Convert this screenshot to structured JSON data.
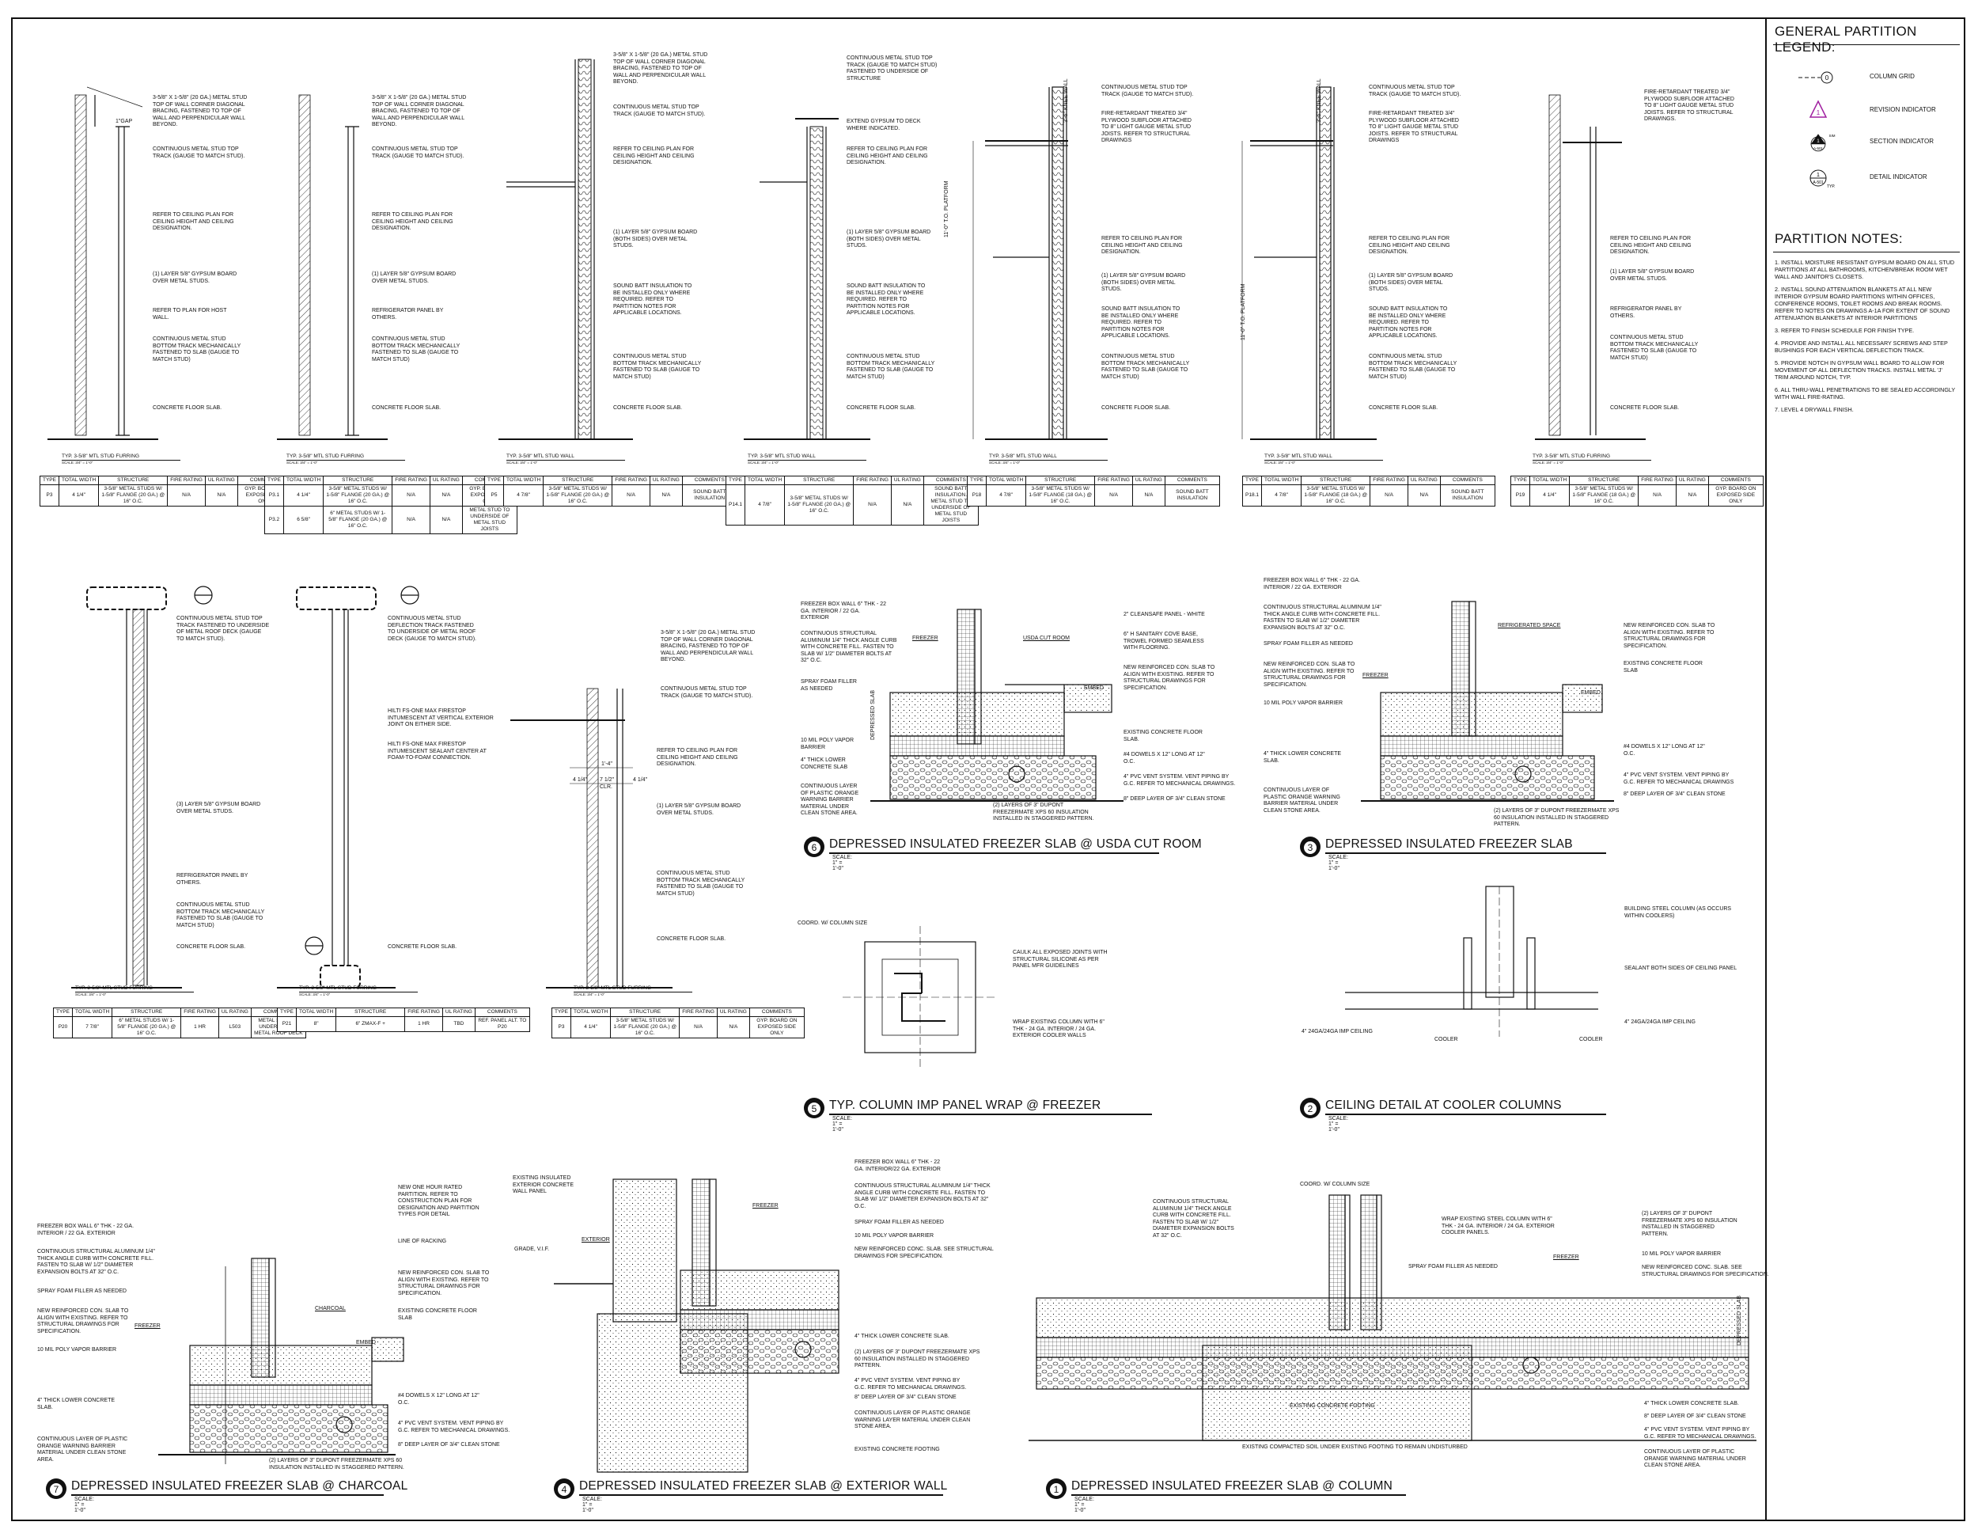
{
  "legend": {
    "title": "GENERAL PARTITION LEGEND:",
    "items": [
      {
        "symbol": "column-grid-icon",
        "label": "COLUMN GRID",
        "tag": "0"
      },
      {
        "symbol": "revision-indicator-icon",
        "label": "REVISION INDICATOR",
        "tag": "1"
      },
      {
        "symbol": "section-indicator-icon",
        "label": "SECTION INDICATOR",
        "tag": "1",
        "sheet": "A-501",
        "dir": "SIM"
      },
      {
        "symbol": "detail-indicator-icon",
        "label": "DETAIL INDICATOR",
        "tag": "1",
        "sheet": "A-501",
        "note": "TYP."
      }
    ]
  },
  "partition_notes": {
    "title": "PARTITION NOTES:",
    "items": [
      "1.  INSTALL MOISTURE RESISTANT GYPSUM BOARD ON ALL STUD PARTITIONS AT ALL BATHROOMS, KITCHEN/BREAK ROOM WET WALL AND JANITOR'S CLOSETS.",
      "2.  INSTALL SOUND ATTENUATION BLANKETS AT ALL NEW INTERIOR GYPSUM BOARD PARTITIONS WITHIN OFFICES, CONFERENCE ROOMS, TOILET ROOMS AND BREAK ROOMS. REFER TO NOTES ON DRAWINGS A-1A FOR EXTENT OF SOUND ATTENUATION BLANKETS AT INTERIOR PARTITIONS",
      "3.  REFER TO FINISH SCHEDULE FOR FINISH TYPE.",
      "4.  PROVIDE AND INSTALL ALL NECESSARY SCREWS AND STEP BUSHINGS FOR EACH VERTICAL DEFLECTION TRACK.",
      "5.  PROVIDE NOTCH IN GYPSUM WALL BOARD TO ALLOW FOR MOVEMENT OF ALL DEFLECTION TRACKS. INSTALL METAL 'J' TRIM AROUND NOTCH, TYP.",
      "6.  ALL THRU-WALL PENETRATIONS TO BE SEALED ACCORDINGLY WITH WALL FIRE-RATING.",
      "7.  LEVEL 4 DRYWALL FINISH."
    ]
  },
  "table_headers": [
    "TYPE",
    "TOTAL WIDTH",
    "STRUCTURE",
    "FIRE RATING",
    "UL RATING",
    "COMMENTS"
  ],
  "partitions_top": [
    {
      "title": "TYP. 3-5/8\" MTL STUD FURRING",
      "scale": "SCALE: 3/4\" = 1'-0\"",
      "rows": [
        [
          "P3",
          "4 1/4\"",
          "3-5/8\" METAL STUDS W/ 1-5/8\" FLANGE (20 GA.) @ 16\" O.C.",
          "N/A",
          "N/A",
          "GYP. BOARD ON EXPOSED SIDE ONLY"
        ]
      ]
    },
    {
      "title": "TYP. 3-5/8\" MTL STUD FURRING",
      "scale": "SCALE: 3/4\" = 1'-0\"",
      "rows": [
        [
          "P3.1",
          "4 1/4\"",
          "3-5/8\" METAL STUDS W/ 1-5/8\" FLANGE (20 GA.) @ 16\" O.C.",
          "N/A",
          "N/A",
          "GYP. BOARD ON EXPOSED SIDE ONLY"
        ],
        [
          "P3.2",
          "6 5/8\"",
          "6\" METAL STUDS W/ 1-5/8\" FLANGE (20 GA.) @ 16\" O.C.",
          "N/A",
          "N/A",
          "METAL STUD TO UNDERSIDE OF METAL STUD JOISTS"
        ]
      ]
    },
    {
      "title": "TYP. 3-5/8\" MTL STUD WALL",
      "scale": "SCALE: 3/4\" = 1'-0\"",
      "rows": [
        [
          "P5",
          "4 7/8\"",
          "3-5/8\" METAL STUDS W/ 1-5/8\" FLANGE (20 GA.) @ 16\" O.C.",
          "N/A",
          "N/A",
          "SOUND BATT INSULATION"
        ]
      ]
    },
    {
      "title": "TYP. 3-5/8\" MTL STUD WALL",
      "scale": "SCALE: 3/4\" = 1'-0\"",
      "rows": [
        [
          "P14.1",
          "4 7/8\"",
          "3-5/8\" METAL STUDS W/ 1-5/8\" FLANGE (20 GA.) @ 16\" O.C.",
          "N/A",
          "N/A",
          "SOUND BATT INSULATION. METAL STUD TO UNDERSIDE OF METAL STUD JOISTS"
        ]
      ]
    },
    {
      "title": "TYP. 3-5/8\" MTL STUD WALL",
      "scale": "SCALE: 3/4\" = 1'-0\"",
      "rows": [
        [
          "P18",
          "4 7/8\"",
          "3-5/8\" METAL STUDS W/ 1-5/8\" FLANGE (18 GA.) @ 16\" O.C.",
          "N/A",
          "N/A",
          "SOUND BATT INSULATION"
        ]
      ]
    },
    {
      "title": "TYP. 3-5/8\" MTL STUD WALL",
      "scale": "SCALE: 3/4\" = 1'-0\"",
      "rows": [
        [
          "P18.1",
          "4 7/8\"",
          "3-5/8\" METAL STUDS W/ 1-5/8\" FLANGE (18 GA.) @ 16\" O.C.",
          "N/A",
          "N/A",
          "SOUND BATT INSULATION"
        ]
      ]
    },
    {
      "title": "TYP. 3-5/8\" MTL STUD FURRING",
      "scale": "SCALE: 3/4\" = 1'-0\"",
      "rows": [
        [
          "P19",
          "4 1/4\"",
          "3-5/8\" METAL STUDS W/ 1-5/8\" FLANGE (18 GA.) @ 16\" O.C.",
          "N/A",
          "N/A",
          "GYP. BOARD ON EXPOSED SIDE ONLY"
        ]
      ]
    }
  ],
  "partitions_mid": [
    {
      "title": "TYP. 3-5/8\" MTL STUD FURRING",
      "scale": "SCALE: 3/4\" = 1'-0\"",
      "rows": [
        [
          "P20",
          "7 7/8\"",
          "6\" METAL STUDS W/ 1-5/8\" FLANGE (20 GA.) @ 16\" O.C.",
          "1 HR",
          "L503",
          "METAL STUD TO UNDERSIDE OF METAL ROOF DECK"
        ]
      ]
    },
    {
      "title": "TYP. 3-5/8\" MTL STUD FURRING",
      "scale": "SCALE: 3/4\" = 1'-0\"",
      "rows": [
        [
          "P21",
          "8\"",
          "6\" ZMAX-F +",
          "1 HR",
          "TBD",
          "REF. PANEL ALT. TO P20"
        ]
      ]
    },
    {
      "title": "TYP. 3-5/8\" MTL STUD FURRING",
      "scale": "SCALE: 3/4\" = 1'-0\"",
      "rows": [
        [
          "P3",
          "4 1/4\"",
          "3-5/8\" METAL STUDS W/ 1-5/8\" FLANGE (20 GA.) @ 16\" O.C.",
          "N/A",
          "N/A",
          "GYP. BOARD ON EXPOSED SIDE ONLY"
        ]
      ]
    }
  ],
  "notes_top": {
    "n1a": "3-5/8\" X 1-5/8\" (20 GA.) METAL STUD\nTOP OF WALL CORNER DIAGONAL\nBRACING, FASTENED TO TOP OF\nWALL AND PERPENDICULAR WALL\nBEYOND.",
    "n1b": "CONTINUOUS METAL STUD TOP\nTRACK (GAUGE TO MATCH STUD).",
    "n1c": "REFER TO CEILING PLAN FOR\nCEILING HEIGHT AND CEILING\nDESIGNATION.",
    "n1d": "(1) LAYER 5/8\" GYPSUM BOARD\nOVER METAL STUDS.",
    "n1e": "REFER TO PLAN FOR HOST\nWALL.",
    "n1f": "CONTINUOUS METAL STUD\nBOTTOM TRACK MECHANICALLY\nFASTENED TO SLAB (GAUGE TO\nMATCH STUD)",
    "n1g": "CONCRETE FLOOR SLAB.",
    "n2e": "REFRIGERATOR PANEL BY\nOTHERS.",
    "n3d": "(1) LAYER 5/8\" GYPSUM BOARD\n(BOTH SIDES) OVER METAL\nSTUDS.",
    "n3e": "SOUND BATT INSULATION TO\nBE INSTALLED ONLY WHERE\nREQUIRED. REFER TO\nPARTITION NOTES FOR\nAPPLICABLE LOCATIONS.",
    "n4a": "CONTINUOUS METAL STUD TOP\nTRACK (GAUGE TO MATCH STUD)\nFASTENED TO UNDERSIDE OF\nSTRUCTURE",
    "n4b": "EXTEND GYPSUM TO DECK\nWHERE INDICATED.",
    "n5a": "FIRE-RETARDANT TREATED 3/4\"\nPLYWOOD SUBFLOOR ATTACHED\nTO 8\" LIGHT GAUGE METAL STUD\nJOISTS. REFER TO STRUCTURAL\nDRAWINGS",
    "n7a": "FIRE-RETARDANT TREATED 3/4\"\nPLYWOOD SUBFLOOR ATTACHED\nTO 8\" LIGHT GAUGE METAL STUD\nJOISTS. REFER TO STRUCTURAL\nDRAWINGS.",
    "knee": "3'-6\" KNEE WALL",
    "platform": "11'-0\" T.O. PLATFORM",
    "gap": "1\"GAP"
  },
  "notes_mid": {
    "m1a": "CONTINUOUS METAL STUD TOP\nTRACK FASTENED TO UNDERSIDE\nOF METAL ROOF DECK (GAUGE\nTO MATCH STUD).",
    "m1b": "(3) LAYER 5/8\" GYPSUM BOARD\nOVER METAL STUDS.",
    "m1c": "REFRIGERATOR PANEL BY\nOTHERS.",
    "m1d": "CONTINUOUS METAL STUD\nBOTTOM TRACK MECHANICALLY\nFASTENED TO SLAB (GAUGE TO\nMATCH STUD)",
    "m1e": "CONCRETE FLOOR SLAB.",
    "m2a": "CONTINUOUS METAL STUD\nDEFLECTION TRACK FASTENED\nTO UNDERSIDE OF METAL ROOF\nDECK (GAUGE TO MATCH STUD).",
    "m2b": "HILTI FS-ONE MAX FIRESTOP\nINTUMESCENT AT VERTICAL EXTERIOR\nJOINT ON EITHER SIDE.",
    "m2c": "HILTI FS-ONE MAX FIRESTOP\nINTUMESCENT SEALANT CENTER AT\nFOAM-TO-FOAM CONNECTION.",
    "m2d": "CONCRETE FLOOR SLAB.",
    "m3a": "3-5/8\" X 1-5/8\" (20 GA.) METAL STUD\nTOP OF WALL CORNER DIAGONAL\nBRACING, FASTENED TO TOP OF\nWALL AND PERPENDICULAR WALL\nBEYOND.",
    "m3b": "CONTINUOUS METAL STUD TOP\nTRACK (GAUGE TO MATCH STUD).",
    "m3c": "REFER TO CEILING PLAN FOR\nCEILING HEIGHT AND CEILING\nDESIGNATION.",
    "m3d": "(1) LAYER 5/8\" GYPSUM BOARD\nOVER METAL STUDS.",
    "m3e": "CONTINUOUS METAL STUD\nBOTTOM TRACK MECHANICALLY\nFASTENED TO SLAB (GAUGE TO\nMATCH STUD)",
    "m3f": "CONCRETE FLOOR SLAB.",
    "dim1": "1'-4\"",
    "dim2": "4 1/4\"",
    "dim3": "7 1/2\"\nCLR.",
    "dim4": "4 1/4\""
  },
  "details": [
    {
      "num": "6",
      "title": "DEPRESSED INSULATED FREEZER SLAB @ USDA CUT ROOM",
      "scale": "SCALE: 1\" = 1'-0\""
    },
    {
      "num": "3",
      "title": "DEPRESSED INSULATED FREEZER SLAB",
      "scale": "SCALE: 1\" = 1'-0\""
    },
    {
      "num": "5",
      "title": "TYP. COLUMN IMP PANEL WRAP @ FREEZER",
      "scale": "SCALE: 1\" = 1'-0\""
    },
    {
      "num": "2",
      "title": "CEILING DETAIL AT COOLER COLUMNS",
      "scale": "SCALE: 1\" = 1'-0\""
    },
    {
      "num": "7",
      "title": "DEPRESSED INSULATED FREEZER SLAB @ CHARCOAL",
      "scale": "SCALE: 1\" = 1'-0\""
    },
    {
      "num": "4",
      "title": "DEPRESSED INSULATED FREEZER SLAB @ EXTERIOR WALL",
      "scale": "SCALE: 1\" = 1'-0\""
    },
    {
      "num": "1",
      "title": "DEPRESSED INSULATED FREEZER SLAB @ COLUMN",
      "scale": "SCALE: 1\" = 1'-0\""
    }
  ],
  "d6": {
    "a": "FREEZER BOX WALL 6\" THK - 22\nGA. INTERIOR / 22 GA.\nEXTERIOR",
    "b": "CONTINUOUS STRUCTURAL\nALUMINUM 1/4\" THICK ANGLE CURB\nWITH CONCRETE FILL. FASTEN TO\nSLAB W/ 1/2\" DIAMETER BOLTS AT\n32\" O.C.",
    "c": "SPRAY FOAM FILLER\nAS NEEDED",
    "d": "10 MIL POLY VAPOR\nBARRIER",
    "e": "4\" THICK LOWER\nCONCRETE SLAB",
    "f": "CONTINUOUS LAYER\nOF PLASTIC ORANGE\nWARNING BARRIER\nMATERIAL UNDER\nCLEAN STONE AREA.",
    "g": "2\" CLEANSAFE PANEL - WHITE",
    "h": "6\" H SANITARY COVE BASE,\nTROWEL FORMED SEAMLESS\nWITH FLOORING.",
    "i": "NEW REINFORCED CON. SLAB TO\nALIGN WITH EXISTING. REFER TO\nSTRUCTURAL DRAWINGS FOR\nSPECIFICATION.",
    "j": "EXISTING CONCRETE FLOOR\nSLAB.",
    "k": "#4 DOWELS X 12\" LONG AT 12\"\nO.C.",
    "l": "4\" PVC VENT SYSTEM. VENT PIPING BY\nG.C. REFER TO MECHANICAL DRAWINGS.",
    "m": "8\" DEEP LAYER OF 3/4\" CLEAN STONE",
    "n": "(2) LAYERS OF 3\" DUPONT\nFREEZERMATE XPS 60 INSULATION\nINSTALLED IN STAGGERED PATTERN.",
    "freezer": "FREEZER",
    "usda": "USDA CUT ROOM",
    "embed": "EMBED",
    "depressed": "DEPRESSED SLAB"
  },
  "d3": {
    "a": "FREEZER BOX WALL 6\" THK - 22 GA.\nINTERIOR / 22 GA. EXTERIOR",
    "b": "CONTINUOUS STRUCTURAL ALUMINUM 1/4\"\nTHICK ANGLE CURB WITH CONCRETE FILL.\nFASTEN TO SLAB W/ 1/2\" DIAMETER\nEXPANSION BOLTS AT 32\" O.C.",
    "c": "SPRAY FOAM FILLER AS NEEDED",
    "d": "NEW REINFORCED CON. SLAB TO\nALIGN WITH EXISTING. REFER TO\nSTRUCTURAL DRAWINGS FOR\nSPECIFICATION.",
    "e": "10 MIL POLY VAPOR BARRIER",
    "f": "4\" THICK LOWER CONCRETE\nSLAB.",
    "g": "CONTINUOUS LAYER OF\nPLASTIC ORANGE WARNING\nBARRIER MATERIAL UNDER\nCLEAN STONE AREA.",
    "h": "NEW REINFORCED CON. SLAB TO\nALIGN WITH EXISTING. REFER TO\nSTRUCTURAL DRAWINGS FOR\nSPECIFICATION.",
    "i": "EXISTING CONCRETE FLOOR\nSLAB",
    "j": "#4 DOWELS X 12\" LONG AT 12\"\nO.C.",
    "k": "4\" PVC VENT SYSTEM. VENT PIPING BY\nG.C. REFER TO MECHANICAL DRAWINGS",
    "l": "8\" DEEP LAYER OF 3/4\" CLEAN STONE",
    "m": "(2) LAYERS OF 3\" DUPONT FREEZERMATE XPS\n60 INSULATION INSTALLED IN STAGGERED\nPATTERN.",
    "refrig": "REFRIGERATED SPACE",
    "freezer": "FREEZER",
    "embed": "EMBED"
  },
  "d5": {
    "a": "COORD. W/ COLUMN SIZE",
    "b": "CAULK ALL EXPOSED JOINTS WITH\nSTRUCTURAL SILICONE AS PER\nPANEL MFR GUIDELINES",
    "c": "WRAP EXISTING COLUMN WITH 6\"\nTHK - 24 GA. INTERIOR / 24 GA.\nEXTERIOR COOLER WALLS"
  },
  "d2": {
    "a": "BUILDING STEEL COLUMN (AS OCCURS\nWITHIN COOLERS)",
    "b": "SEALANT BOTH SIDES OF CEILING PANEL",
    "c": "4\" 24GA/24GA IMP CEILING",
    "d": "4\" 24GA/24GA IMP CEILING",
    "cooler1": "COOLER",
    "cooler2": "COOLER"
  },
  "d7": {
    "a": "NEW ONE HOUR RATED\nPARTITION. REFER TO\nCONSTRUCTION PLAN FOR\nDESIGNATION AND PARTITION\nTYPES FOR DETAIL",
    "b": "LINE OF RACKING",
    "c": "NEW REINFORCED CON. SLAB TO\nALIGN WITH EXISTING. REFER TO\nSTRUCTURAL DRAWINGS FOR\nSPECIFICATION.",
    "d": "EXISTING CONCRETE FLOOR\nSLAB",
    "e": "#4 DOWELS X 12\" LONG AT 12\"\nO.C.",
    "f": "4\" PVC VENT SYSTEM. VENT PIPING BY\nG.C. REFER TO MECHANICAL DRAWINGS.",
    "g": "8\" DEEP LAYER OF 3/4\" CLEAN STONE",
    "h": "(2) LAYERS OF 3\" DUPONT FREEZERMATE XPS 60\nINSULATION INSTALLED IN STAGGERED PATTERN.",
    "i": "FREEZER BOX WALL 6\" THK - 22 GA.\nINTERIOR / 22 GA. EXTERIOR",
    "j": "CONTINUOUS STRUCTURAL ALUMINUM 1/4\"\nTHICK ANGLE CURB WITH CONCRETE FILL.\nFASTEN TO SLAB W/ 1/2\" DIAMETER\nEXPANSION BOLTS AT 32\" O.C.",
    "k": "SPRAY FOAM FILLER AS NEEDED",
    "l": "NEW REINFORCED CON. SLAB TO\nALIGN WITH EXISTING. REFER TO\nSTRUCTURAL DRAWINGS FOR\nSPECIFICATION.",
    "m": "10 MIL POLY VAPOR BARRIER",
    "n": "4\" THICK LOWER CONCRETE\nSLAB.",
    "o": "CONTINUOUS LAYER OF PLASTIC\nORANGE WARNING BARRIER\nMATERIAL UNDER CLEAN STONE\nAREA.",
    "charcoal": "CHARCOAL",
    "freezer": "FREEZER",
    "embed": "EMBED"
  },
  "d4": {
    "a": "EXISTING INSULATED\nEXTERIOR CONCRETE\nWALL PANEL",
    "b": "GRADE, V.I.F.",
    "c": "EXTERIOR",
    "d": "FREEZER BOX WALL 6\" THK - 22\nGA. INTERIOR/22 GA. EXTERIOR",
    "e": "CONTINUOUS STRUCTURAL ALUMINUM 1/4\" THICK\nANGLE CURB WITH CONCRETE FILL. FASTEN TO\nSLAB W/ 1/2\" DIAMETER EXPANSION BOLTS AT 32\"\nO.C.",
    "f": "SPRAY FOAM FILLER AS NEEDED",
    "g": "10 MIL POLY VAPOR BARRIER",
    "h": "NEW REINFORCED CONC. SLAB. SEE STRUCTURAL\nDRAWINGS FOR SPECIFICATION.",
    "i": "4\" THICK LOWER CONCRETE SLAB.",
    "j": "(2) LAYERS OF 3\" DUPONT FREEZERMATE XPS\n60 INSULATION INSTALLED IN STAGGERED\nPATTERN.",
    "k": "4\" PVC VENT SYSTEM. VENT PIPING BY\nG.C. REFER TO MECHANICAL DRAWINGS.",
    "l": "8\" DEEP LAYER OF 3/4\" CLEAN STONE",
    "m": "CONTINUOUS LAYER OF PLASTIC ORANGE\nWARNING LAYER MATERIAL UNDER CLEAN\nSTONE AREA.",
    "n": "EXISTING CONCRETE FOOTING",
    "freezer": "FREEZER"
  },
  "d1": {
    "a": "CONTINUOUS STRUCTURAL\nALUMINUM 1/4\" THICK ANGLE\nCURB WITH CONCRETE FILL.\nFASTEN TO SLAB W/ 1/2\"\nDIAMETER EXPANSION BOLTS\nAT 32\" O.C.",
    "b": "COORD. W/ COLUMN SIZE",
    "c": "WRAP EXISTING STEEL COLUMN WITH 6\"\nTHK - 24 GA. INTERIOR / 24 GA. EXTERIOR\nCOOLER PANELS.",
    "d": "SPRAY FOAM FILLER AS NEEDED",
    "e": "(2) LAYERS OF 3\" DUPONT\nFREEZERMATE XPS 60 INSULATION\nINSTALLED IN STAGGERED\nPATTERN.",
    "f": "10 MIL POLY VAPOR BARRIER",
    "g": "NEW REINFORCED CONC. SLAB. SEE\nSTRUCTURAL DRAWINGS FOR SPECIFICATION.",
    "h": "4\" THICK LOWER CONCRETE SLAB.",
    "i": "8\" DEEP LAYER OF 3/4\" CLEAN STONE",
    "j": "4\" PVC VENT SYSTEM. VENT PIPING BY\nG.C. REFER TO MECHANICAL DRAWINGS.",
    "k": "CONTINUOUS LAYER OF PLASTIC\nORANGE WARNING MATERIAL UNDER\nCLEAN STONE AREA.",
    "l": "EXISTING CONCRETE FOOTING",
    "m": "EXISTING COMPACTED SOIL UNDER EXISTING FOOTING TO REMAIN UNDISTURBED",
    "freezer": "FREEZER",
    "depressed": "DEPRESSED SLAB"
  },
  "colors": {
    "ink": "#111111",
    "revision": "#a020a0"
  }
}
